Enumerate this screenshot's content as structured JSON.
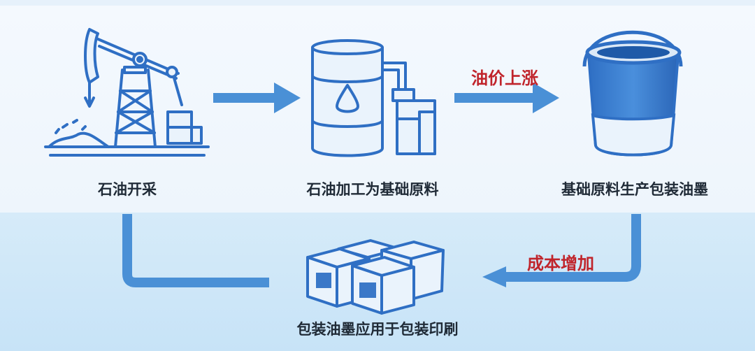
{
  "steps": {
    "oil_extraction": "石油开采",
    "oil_processing": "石油加工为基础原料",
    "ink_production": "基础原料生产包装油墨",
    "ink_application": "包装油墨应用于包装印刷"
  },
  "annotations": {
    "price_rise": "油价上涨",
    "cost_increase": "成本增加"
  },
  "colors": {
    "line_blue": "#2f6fc4",
    "arrow_blue": "#4a90d6",
    "red": "#c0242b"
  }
}
